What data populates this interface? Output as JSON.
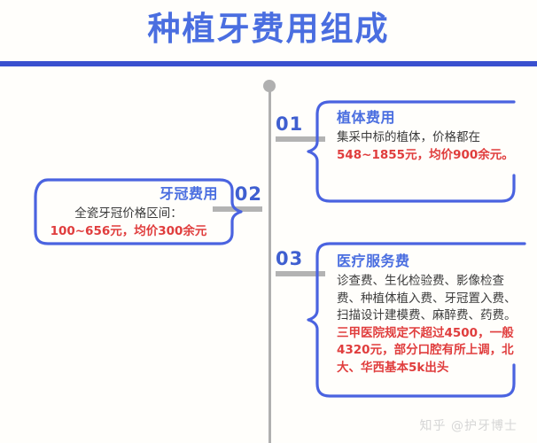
{
  "header": {
    "title": "种植牙费用组成",
    "rule_color": "#3a50cf",
    "title_color": "#4a6ee0"
  },
  "timeline": {
    "line_color": "#b0b0b0",
    "steps": [
      {
        "number": "01",
        "side": "right"
      },
      {
        "number": "02",
        "side": "left"
      },
      {
        "number": "03",
        "side": "right"
      }
    ]
  },
  "cards": [
    {
      "id": "implant",
      "step": "01",
      "title": "植体费用",
      "text_plain": "集采中标的植体，价格都在",
      "text_highlight": "548~1855元，均价900余元。"
    },
    {
      "id": "crown",
      "step": "02",
      "title": "牙冠费用",
      "text_plain": "全瓷牙冠价格区间：",
      "text_highlight": "100~656元，均价300余元"
    },
    {
      "id": "service",
      "step": "03",
      "title": "医疗服务费",
      "text_plain": "诊查费、生化检验费、影像检查费、种植体植入费、牙冠置入费、扫描设计建模费、麻醉费、药费。",
      "text_highlight": "三甲医院规定不超过4500，一般4320元，部分口腔有所上调，北大、华西基本5k出头"
    }
  ],
  "watermark": {
    "text": "知乎 @护牙博士"
  },
  "colors": {
    "accent_blue": "#4a6ee0",
    "brace_blue": "#4a63e0",
    "highlight_red": "#e03d3d",
    "body_text": "#3b3b3b",
    "gray": "#b0b0b0"
  }
}
